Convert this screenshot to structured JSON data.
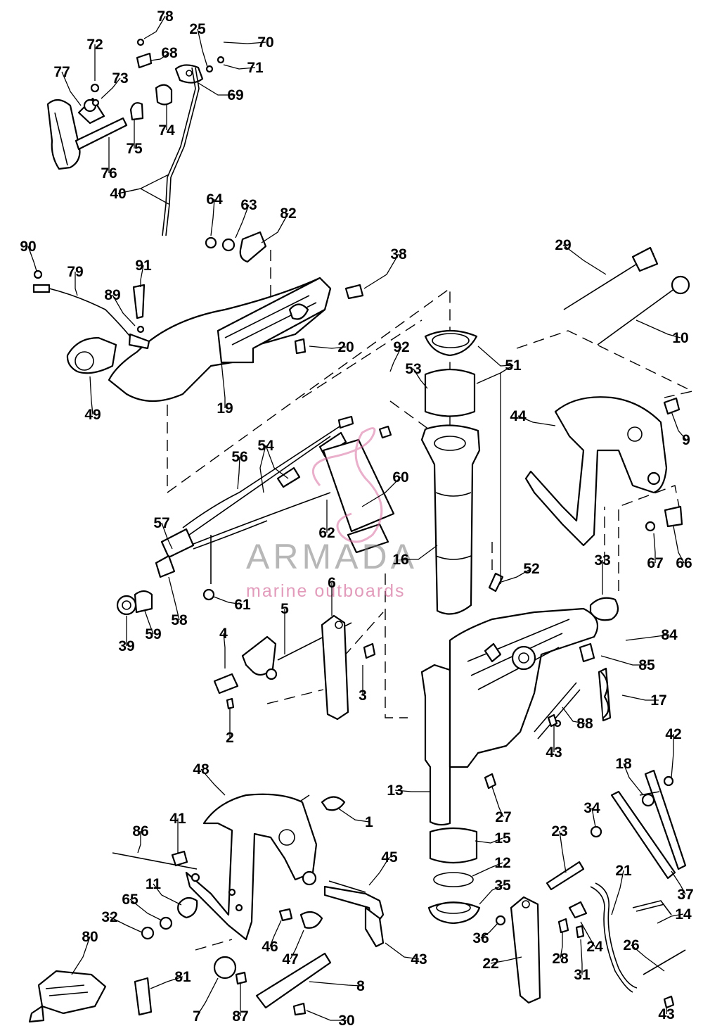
{
  "diagram": {
    "type": "exploded-parts-diagram",
    "line_color": "#000000",
    "background": "#ffffff",
    "callouts": [
      "1",
      "2",
      "3",
      "4",
      "5",
      "6",
      "7",
      "8",
      "9",
      "10",
      "11",
      "12",
      "13",
      "14",
      "15",
      "16",
      "17",
      "18",
      "19",
      "20",
      "21",
      "22",
      "23",
      "24",
      "25",
      "26",
      "27",
      "28",
      "29",
      "30",
      "31",
      "32",
      "33",
      "34",
      "35",
      "36",
      "37",
      "38",
      "39",
      "40",
      "41",
      "42",
      "43",
      "43",
      "43",
      "44",
      "45",
      "46",
      "47",
      "48",
      "49",
      "51",
      "52",
      "53",
      "54",
      "56",
      "57",
      "58",
      "59",
      "60",
      "61",
      "62",
      "63",
      "64",
      "65",
      "66",
      "67",
      "68",
      "69",
      "70",
      "71",
      "72",
      "73",
      "74",
      "75",
      "76",
      "77",
      "78",
      "79",
      "80",
      "81",
      "82",
      "84",
      "85",
      "86",
      "87",
      "88",
      "89",
      "90",
      "91",
      "92",
      "92"
    ]
  },
  "watermark": {
    "brand": "ARMADA",
    "tagline": "marine outboards",
    "brand_color": "#7d7d7d",
    "accent_color": "#d86ea0"
  }
}
